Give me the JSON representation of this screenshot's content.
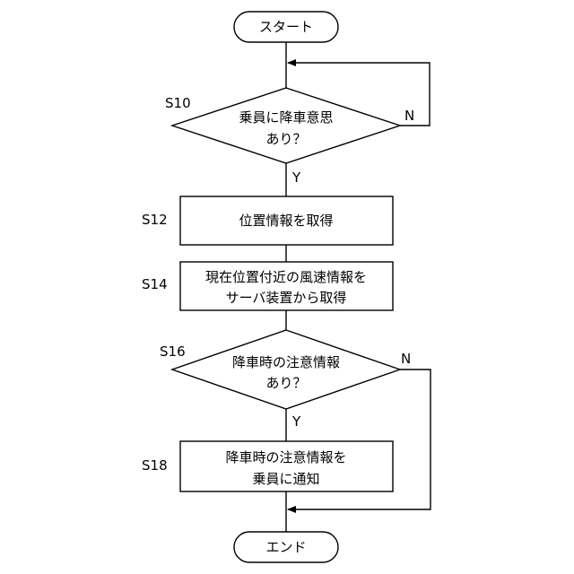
{
  "start": {
    "label": "スタート"
  },
  "s10": {
    "id": "S10",
    "line1": "乗員に降車意思",
    "line2": "あり？",
    "yes": "Y",
    "no": "N"
  },
  "s12": {
    "id": "S12",
    "line1": "位置情報を取得"
  },
  "s14": {
    "id": "S14",
    "line1": "現在位置付近の風速情報を",
    "line2": "サーバ装置から取得"
  },
  "s16": {
    "id": "S16",
    "line1": "降車時の注意情報",
    "line2": "あり？",
    "yes": "Y",
    "no": "N"
  },
  "s18": {
    "id": "S18",
    "line1": "降車時の注意情報を",
    "line2": "乗員に通知"
  },
  "end": {
    "label": "エンド"
  }
}
